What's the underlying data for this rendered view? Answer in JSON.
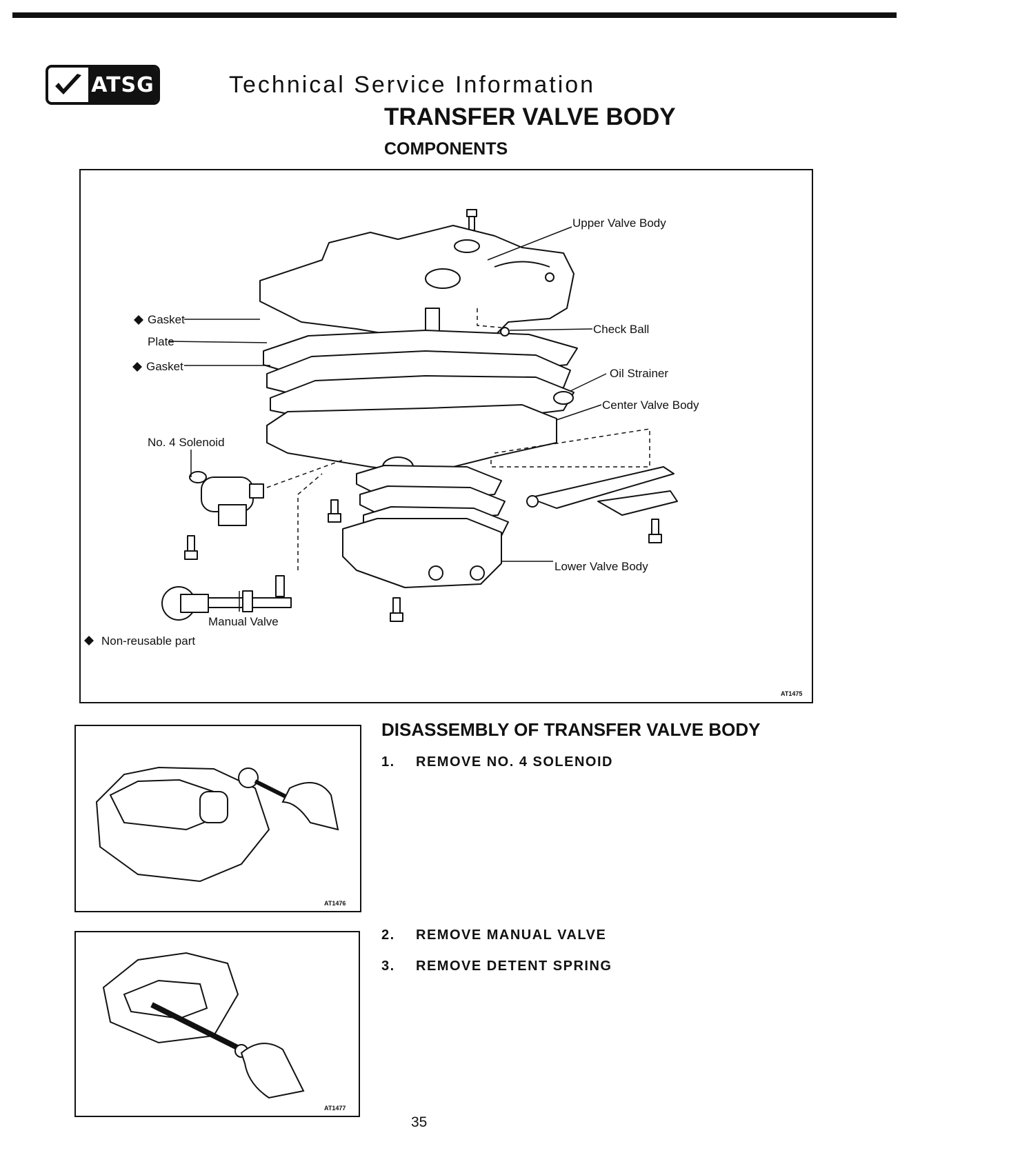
{
  "header": {
    "logo_text": "ATSG",
    "title": "Technical Service Information"
  },
  "document": {
    "title": "TRANSFER VALVE BODY",
    "subtitle": "COMPONENTS"
  },
  "diagram": {
    "labels": {
      "upper_valve_body": "Upper Valve Body",
      "gasket_top": "Gasket",
      "plate": "Plate",
      "gasket_bottom": "Gasket",
      "check_ball": "Check Ball",
      "oil_strainer": "Oil Strainer",
      "center_valve_body": "Center Valve Body",
      "no4_solenoid": "No. 4 Solenoid",
      "lower_valve_body": "Lower Valve Body",
      "manual_valve": "Manual Valve",
      "legend_non_reusable": "Non-reusable part"
    },
    "figure_id": "AT1475"
  },
  "disassembly": {
    "title": "DISASSEMBLY OF TRANSFER VALVE BODY",
    "steps": [
      {
        "number": "1.",
        "text": "REMOVE NO. 4 SOLENOID"
      },
      {
        "number": "2.",
        "text": "REMOVE MANUAL VALVE"
      },
      {
        "number": "3.",
        "text": "REMOVE DETENT SPRING"
      }
    ]
  },
  "photos": [
    {
      "figure_id": "AT1476"
    },
    {
      "figure_id": "AT1477"
    }
  ],
  "footer": {
    "page_number": "35"
  }
}
